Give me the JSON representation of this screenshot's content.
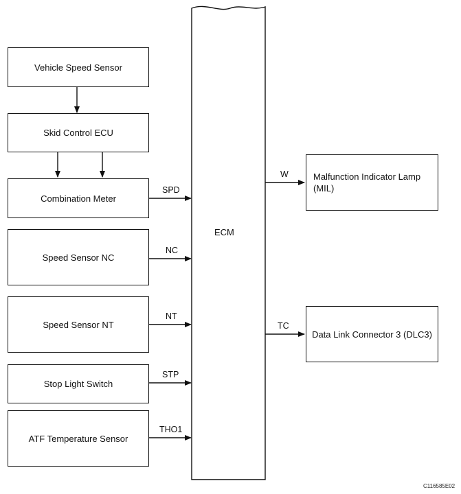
{
  "blocks": {
    "vehicle_speed_sensor": "Vehicle Speed Sensor",
    "skid_control_ecu": "Skid Control ECU",
    "combination_meter": "Combination Meter",
    "speed_sensor_nc": "Speed Sensor NC",
    "speed_sensor_nt": "Speed Sensor NT",
    "stop_light_switch": "Stop Light Switch",
    "atf_temperature_sensor": "ATF Temperature Sensor",
    "ecm": "ECM",
    "mil_line1": "Malfunction Indicator Lamp",
    "mil_line2": "(MIL)",
    "dlc3": "Data Link Connector 3 (DLC3)"
  },
  "signals": {
    "spd": "SPD",
    "nc": "NC",
    "nt": "NT",
    "stp": "STP",
    "tho1": "THO1",
    "w": "W",
    "tc": "TC"
  },
  "figure_code": "C116585E02"
}
